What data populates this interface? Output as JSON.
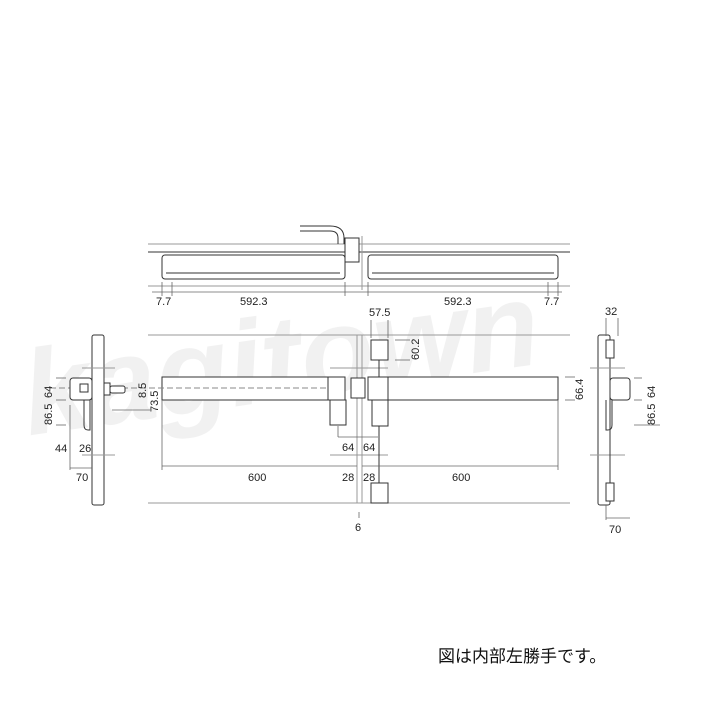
{
  "watermark": "kagitown",
  "top_view": {
    "dims": [
      "7.7",
      "592.3",
      "592.3",
      "7.7"
    ]
  },
  "front_view": {
    "dims_top": [
      "57.5",
      "60.2"
    ],
    "dims_mid": [
      "64",
      "64"
    ],
    "dims_bottom": [
      "28",
      "28"
    ],
    "widths": [
      "600",
      "600"
    ],
    "gap": "6",
    "height": "66.4"
  },
  "left_side": {
    "dims": [
      "64",
      "86.5",
      "8.5",
      "73.5",
      "44",
      "26",
      "70"
    ]
  },
  "right_side": {
    "dims": [
      "32",
      "64",
      "86.5",
      "70"
    ]
  },
  "note": "図は内部左勝手です。"
}
